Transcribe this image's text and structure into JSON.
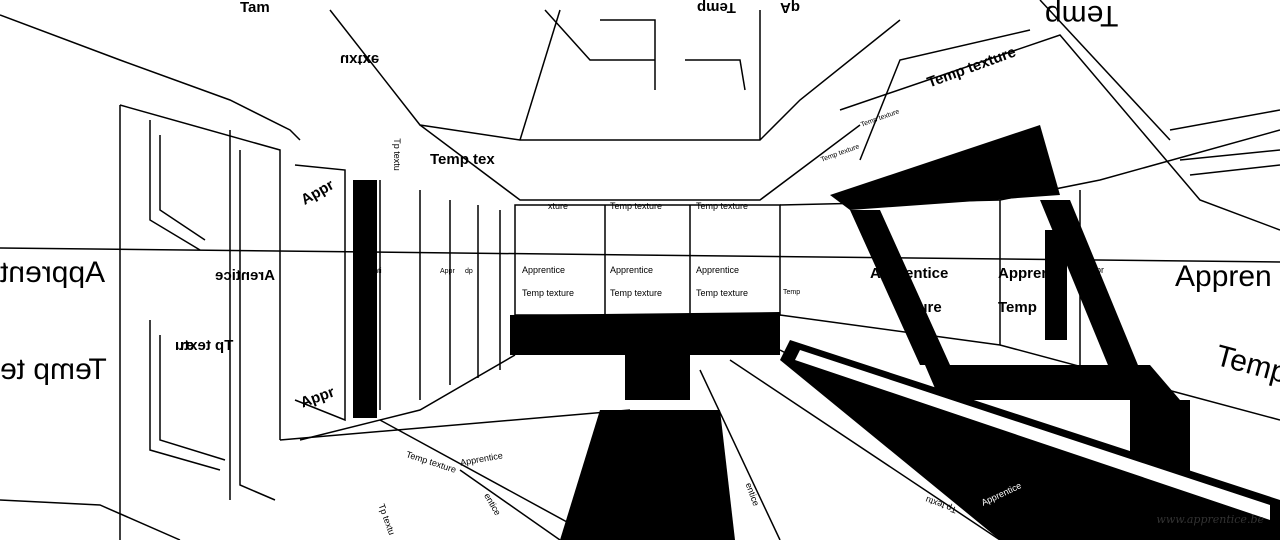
{
  "texture": {
    "temp": "Temp texture",
    "apprentice": "Apprentice",
    "temp_short": "Temp tex",
    "temp_start": "Temp te",
    "appren": "Appren",
    "appr": "Appr",
    "apprent": "Apprent",
    "tmp_trunc": "Tp textu",
    "re": "re",
    "arentice": "Arentice",
    "xture_frag": "xture",
    "renti": "renti",
    "tmp": "Temp",
    "dp": "dp",
    "entice": "entice",
    "uxture": "uxtxe",
    "qa": "qA",
    "tam": "Tam"
  },
  "watermark": "www.apprentice.be",
  "colors": {
    "ink": "#000000",
    "paper": "#ffffff"
  }
}
